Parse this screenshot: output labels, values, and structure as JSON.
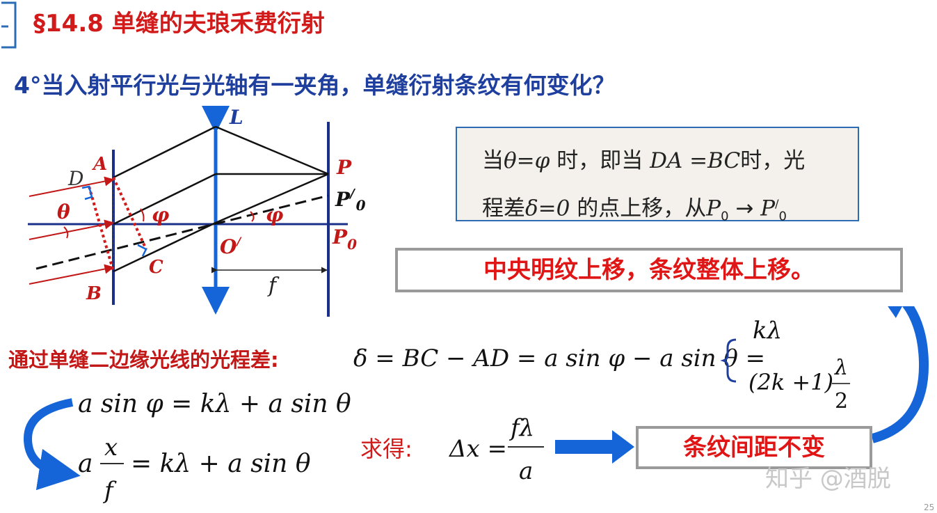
{
  "title": "§14.8  单缝的夫琅禾费衍射",
  "question": "4°当入射平行光与光轴有一夹角，单缝衍射条纹有何变化？",
  "diagram": {
    "lens_label": "L",
    "point_A": "A",
    "point_B": "B",
    "point_C": "C",
    "point_D": "D",
    "point_P": "P",
    "point_P0": "P",
    "point_P0_sub": "0",
    "point_P0prime": "P",
    "point_P0prime_sup": "/",
    "point_P0prime_sub": "0",
    "point_O": "O",
    "point_O_sup": "/",
    "theta": "θ",
    "phi_1": "φ",
    "phi_2": "φ",
    "focal": "f"
  },
  "note": {
    "line1_a": "当",
    "line1_cond": "θ=φ",
    "line1_b": " 时，即当 ",
    "line1_eq": "DA =BC",
    "line1_c": "时，光",
    "line2_a": "程差",
    "line2_eq": "δ=0",
    "line2_b": " 的点上移，从",
    "line2_p0": "P",
    "line2_p0_sub": "0",
    "line2_arrow": " → ",
    "line2_p0p": "P",
    "line2_p0p_sup": "/",
    "line2_p0p_sub": "0"
  },
  "conclusion_1": "中央明纹上移，条纹整体上移。",
  "opl_label": "通过单缝二边缘光线的光程差:",
  "formula_main": "δ = BC − AD = a sin φ − a sin θ =",
  "case_1": "kλ",
  "case_2_a": "(2k +1)",
  "case_2_num": "λ",
  "case_2_den": "2",
  "eq_1": "a sin φ = kλ + a sin θ",
  "eq_2_a": "a",
  "eq_2_num": "x",
  "eq_2_den": "f",
  "eq_2_b": "= kλ + a sin θ",
  "result_label": "求得:",
  "result_lhs": "Δx =",
  "result_num": "fλ",
  "result_den": "a",
  "conclusion_2": "条纹间距不变",
  "watermark": "知乎 @酒脱",
  "page_number": "25",
  "colors": {
    "title": "#d11a1a",
    "question": "#1e3f9e",
    "diagram_line": "#1a2f8a",
    "ray_red": "#c21818",
    "arrow_blue": "#1565d8"
  }
}
